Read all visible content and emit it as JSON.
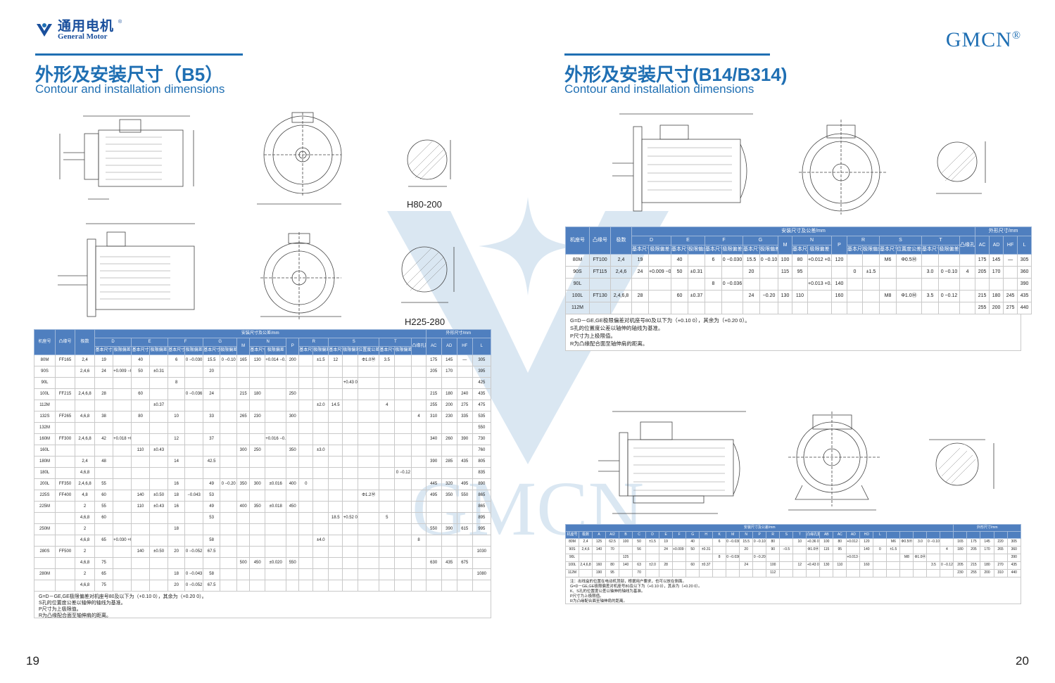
{
  "left_page": {
    "logo": {
      "cn": "通用电机",
      "en": "General Motor",
      "reg": "®"
    },
    "title_cn": "外形及安装尺寸（B5）",
    "title_en": "Contour and installation dimensions",
    "caption_1": "H80-200",
    "caption_2": "H225-280",
    "page_number": "19",
    "table": {
      "group_header": "安装尺寸及公差/mm",
      "overall_header": "外形尺寸/mm",
      "col_frame": "机座号",
      "col_flange": "凸缘号",
      "col_poles": "极数",
      "groups": [
        "D",
        "E",
        "F",
        "G",
        "N",
        "R",
        "S",
        "T"
      ],
      "sub_basic": "基本尺寸",
      "sub_tol": "极限偏差",
      "sub_pos": "位置度公差",
      "col_M": "M",
      "col_P": "P",
      "col_holes": "凸缘孔数",
      "overall_cols": [
        "AC",
        "AD",
        "HF",
        "L"
      ],
      "rows": [
        [
          "80M",
          "FF165",
          "2,4",
          "19",
          "",
          "40",
          "",
          "6",
          "0 −0.030",
          "15.5",
          "0 −0.10",
          "165",
          "130",
          "+0.014 −0.011",
          "200",
          "",
          "±1.5",
          "12",
          "",
          "Φ1.0Ⓜ",
          "3.5",
          "",
          "",
          "175",
          "145",
          "—",
          "305"
        ],
        [
          "90S",
          "",
          "2,4,6",
          "24",
          "+0.009 −0.004",
          "50",
          "±0.31",
          "",
          "",
          "20",
          "",
          "",
          "",
          "",
          "",
          "",
          "",
          "",
          "",
          "",
          "",
          "",
          "",
          "205",
          "170",
          "",
          "395"
        ],
        [
          "90L",
          "",
          "",
          "",
          "",
          "",
          "",
          "8",
          "",
          "",
          "",
          "",
          "",
          "",
          "",
          "",
          "",
          "",
          "+0.43 0",
          "",
          "",
          "",
          "",
          "",
          "",
          "",
          "425"
        ],
        [
          "100L",
          "FF215",
          "2,4,6,8",
          "28",
          "",
          "60",
          "",
          "",
          "0 −0.036",
          "24",
          "",
          "215",
          "180",
          "",
          "250",
          "",
          "",
          "",
          "",
          "",
          "",
          "",
          "",
          "215",
          "180",
          "240",
          "435"
        ],
        [
          "112M",
          "",
          "",
          "",
          "",
          "",
          "±0.37",
          "",
          "",
          "",
          "",
          "",
          "",
          "",
          "",
          "",
          "±2.0",
          "14.5",
          "",
          "",
          "4",
          "",
          "",
          "255",
          "200",
          "275",
          "475"
        ],
        [
          "132S",
          "FF265",
          "4,6,8",
          "38",
          "",
          "80",
          "",
          "10",
          "",
          "33",
          "",
          "265",
          "230",
          "",
          "300",
          "",
          "",
          "",
          "",
          "",
          "",
          "",
          "4",
          "310",
          "230",
          "335",
          "535"
        ],
        [
          "132M",
          "",
          "",
          "",
          "",
          "",
          "",
          "",
          "",
          "",
          "",
          "",
          "",
          "",
          "",
          "",
          "",
          "",
          "",
          "",
          "",
          "",
          "",
          "",
          "",
          "",
          "550"
        ],
        [
          "160M",
          "FF300",
          "2,4,6,8",
          "42",
          "+0.018 +0.002",
          "",
          "",
          "12",
          "",
          "37",
          "",
          "",
          "",
          "+0.016 −0.013",
          "",
          "",
          "",
          "",
          "",
          "",
          "",
          "",
          "",
          "340",
          "260",
          "390",
          "730"
        ],
        [
          "160L",
          "",
          "",
          "",
          "",
          "110",
          "±0.43",
          "",
          "",
          "",
          "",
          "300",
          "250",
          "",
          "350",
          "",
          "±3.0",
          "",
          "",
          "",
          "",
          "",
          "",
          "",
          "",
          "",
          "760"
        ],
        [
          "180M",
          "",
          "2,4",
          "48",
          "",
          "",
          "",
          "14",
          "",
          "42.5",
          "",
          "",
          "",
          "",
          "",
          "",
          "",
          "",
          "",
          "",
          "",
          "",
          "",
          "390",
          "285",
          "435",
          "805"
        ],
        [
          "180L",
          "",
          "4,6,8",
          "",
          "",
          "",
          "",
          "",
          "",
          "",
          "",
          "",
          "",
          "",
          "",
          "",
          "",
          "",
          "",
          "",
          "",
          "0 −0.12",
          "",
          "",
          "",
          "",
          "835"
        ],
        [
          "200L",
          "FF350",
          "2,4,6,8",
          "55",
          "",
          "",
          "",
          "16",
          "",
          "49",
          "0 −0.20",
          "350",
          "300",
          "±0.016",
          "400",
          "0",
          "",
          "",
          "",
          "",
          "",
          "",
          "",
          "445",
          "320",
          "495",
          "890"
        ],
        [
          "225S",
          "FF400",
          "4,8",
          "60",
          "",
          "140",
          "±0.50",
          "18",
          "−0.043",
          "53",
          "",
          "",
          "",
          "",
          "",
          "",
          "",
          "",
          "",
          "Φ1.2Ⓜ",
          "",
          "",
          "",
          "495",
          "350",
          "550",
          "865"
        ],
        [
          "225M",
          "",
          "2",
          "55",
          "",
          "110",
          "±0.43",
          "16",
          "",
          "49",
          "",
          "400",
          "350",
          "±0.018",
          "450",
          "",
          "",
          "",
          "",
          "",
          "",
          "",
          "",
          "",
          "",
          "",
          "865"
        ],
        [
          "",
          "",
          "4,6,8",
          "60",
          "",
          "",
          "",
          "",
          "",
          "53",
          "",
          "",
          "",
          "",
          "",
          "",
          "",
          "18.5",
          "+0.52 0",
          "",
          "5",
          "",
          "",
          "",
          "",
          "",
          "895"
        ],
        [
          "250M",
          "",
          "2",
          "",
          "",
          "",
          "",
          "18",
          "",
          "",
          "",
          "",
          "",
          "",
          "",
          "",
          "",
          "",
          "",
          "",
          "",
          "",
          "",
          "550",
          "390",
          "615",
          "995"
        ],
        [
          "",
          "",
          "4,6,8",
          "65",
          "+0.030 +0.011",
          "",
          "",
          "",
          "",
          "58",
          "",
          "",
          "",
          "",
          "",
          "",
          "±4.0",
          "",
          "",
          "",
          "",
          "",
          "8",
          "",
          "",
          "",
          ""
        ],
        [
          "280S",
          "FF500",
          "2",
          "",
          "",
          "140",
          "±0.50",
          "20",
          "0 −0.052",
          "67.5",
          "",
          "",
          "",
          "",
          "",
          "",
          "",
          "",
          "",
          "",
          "",
          "",
          "",
          "",
          "",
          "",
          "1030"
        ],
        [
          "",
          "",
          "4,6,8",
          "75",
          "",
          "",
          "",
          "",
          "",
          "",
          "",
          "500",
          "450",
          "±0.020",
          "550",
          "",
          "",
          "",
          "",
          "",
          "",
          "",
          "",
          "630",
          "435",
          "675",
          ""
        ],
        [
          "280M",
          "",
          "2",
          "65",
          "",
          "",
          "",
          "18",
          "0 −0.043",
          "58",
          "",
          "",
          "",
          "",
          "",
          "",
          "",
          "",
          "",
          "",
          "",
          "",
          "",
          "",
          "",
          "",
          "1080"
        ],
        [
          "",
          "",
          "4,6,8",
          "75",
          "",
          "",
          "",
          "20",
          "0 −0.052",
          "67.5",
          "",
          "",
          "",
          "",
          "",
          "",
          "",
          "",
          "",
          "",
          "",
          "",
          "",
          "",
          "",
          "",
          ""
        ]
      ],
      "notes": [
        "G=D－GE,GE极限偏差对机座号80及以下为（+0.10 0），其余为（+0.20 0）。",
        "S孔的位置度公差以轴伸的轴线为基准。",
        "P尺寸为上极限值。",
        "R为凸缘配合面至轴伸肩的距离。"
      ]
    }
  },
  "right_page": {
    "brand": "GMCN",
    "brand_reg": "®",
    "title_cn": "外形及安装尺寸(B14/B314)",
    "title_en": "Contour and installation dimensions",
    "page_number": "20",
    "table_top": {
      "group_header": "安装尺寸及公差/mm",
      "overall_header": "外形尺寸/mm",
      "col_frame": "机座号",
      "col_flange": "凸缘号",
      "col_poles": "极数",
      "groups": [
        "D",
        "E",
        "F",
        "G",
        "N",
        "R",
        "S",
        "T"
      ],
      "sub_basic": "基本尺寸",
      "sub_tol": "极限偏差",
      "sub_pos": "位置度公差",
      "col_M": "M",
      "col_P": "P",
      "col_holes": "凸缘孔数",
      "overall_cols": [
        "AC",
        "AD",
        "HF",
        "L"
      ],
      "rows": [
        [
          "80M",
          "FT100",
          "2,4",
          "19",
          "",
          "40",
          "",
          "6",
          "0 −0.030",
          "15.5",
          "0 −0.10",
          "100",
          "80",
          "+0.012 +0.007",
          "120",
          "",
          "",
          "M6",
          "Φ0.5Ⓜ",
          "",
          "",
          "",
          "175",
          "145",
          "—",
          "305"
        ],
        [
          "90S",
          "FT115",
          "2,4,6",
          "24",
          "+0.009 −0.004",
          "50",
          "±0.31",
          "",
          "",
          "20",
          "",
          "115",
          "95",
          "",
          "",
          "0",
          "±1.5",
          "",
          "",
          "3.0",
          "0 −0.10",
          "4",
          "205",
          "170",
          "",
          "360"
        ],
        [
          "90L",
          "",
          "",
          "",
          "",
          "",
          "",
          "8",
          "0 −0.036",
          "",
          "",
          "",
          "",
          "+0.013 +0.009",
          "140",
          "",
          "",
          "",
          "",
          "",
          "",
          "",
          "",
          "",
          "",
          "390"
        ],
        [
          "100L",
          "FT130",
          "2,4,6,8",
          "28",
          "",
          "60",
          "±0.37",
          "",
          "",
          "24",
          "−0.20",
          "130",
          "110",
          "",
          "160",
          "",
          "",
          "M8",
          "Φ1.0Ⓜ",
          "3.5",
          "0 −0.12",
          "",
          "215",
          "180",
          "245",
          "435"
        ],
        [
          "112M",
          "",
          "",
          "",
          "",
          "",
          "",
          "",
          "",
          "",
          "",
          "",
          "",
          "",
          "",
          "",
          "",
          "",
          "",
          "",
          "",
          "",
          "255",
          "200",
          "275",
          "440"
        ]
      ],
      "notes": [
        "G=D－GE,GE极限偏差对机座号80及以下为（+0.10 0），其余为（+0.20 0）。",
        "S孔的位置度公差以轴伸的轴线为基准。",
        "P尺寸为上极限值。",
        "R为凸缘配合面至轴伸肩的距离。"
      ]
    },
    "table_bottom": {
      "group_header": "安装尺寸及公差/mm",
      "overall_header": "外形尺寸/mm",
      "cols": [
        "机座号",
        "极数",
        "A",
        "A/2",
        "B",
        "C",
        "D",
        "E",
        "F",
        "G",
        "H",
        "K",
        "M",
        "N",
        "P",
        "R",
        "S",
        "T",
        "凸缘孔数",
        "AB",
        "AC",
        "AD",
        "HD",
        "L"
      ],
      "rows": [
        [
          "80M",
          "2,4",
          "125",
          "62.5",
          "100",
          "50",
          "±1.5",
          "19",
          "",
          "40",
          "",
          "6",
          "0 −0.030",
          "15.5",
          "0 −0.10",
          "80",
          "",
          "10",
          "+0.36 0",
          "100",
          "80",
          "+0.012 −0.007",
          "120",
          "",
          "M6",
          "Φ0.5Ⓜ",
          "3.0",
          "0 −0.10",
          "",
          "165",
          "175",
          "145",
          "220",
          "305"
        ],
        [
          "90S",
          "2,4,6",
          "140",
          "70",
          "",
          "56",
          "",
          "24",
          "+0.009 −0.004",
          "50",
          "±0.31",
          "",
          "",
          "20",
          "",
          "90",
          "−0.5",
          "",
          "Φ1.0Ⓜ",
          "115",
          "95",
          "",
          "140",
          "0",
          "±1.5",
          "",
          "",
          "",
          "4",
          "180",
          "205",
          "170",
          "265",
          "360"
        ],
        [
          "90L",
          "",
          "",
          "",
          "125",
          "",
          "",
          "",
          "",
          "",
          "",
          "8",
          "0 −0.036",
          "",
          "0 −0.20",
          "",
          "",
          "",
          "",
          "",
          "",
          "+0.013 −0.009",
          "",
          "",
          "",
          "M8",
          "Φ1.0Ⓜ",
          "",
          "",
          "",
          "",
          "",
          "",
          "390"
        ],
        [
          "100L",
          "2,4,6,8",
          "160",
          "80",
          "140",
          "63",
          "±2.0",
          "28",
          "",
          "60",
          "±0.37",
          "",
          "",
          "24",
          "",
          "100",
          "",
          "12",
          "+0.43 0",
          "130",
          "110",
          "",
          "160",
          "",
          "",
          "",
          "",
          "3.5",
          "0 −0.12",
          "205",
          "215",
          "180",
          "270",
          "435"
        ],
        [
          "112M",
          "",
          "190",
          "95",
          "",
          "70",
          "",
          "",
          "",
          "",
          "",
          "",
          "",
          "",
          "",
          "112",
          "",
          "",
          "",
          "",
          "",
          "",
          "",
          "",
          "",
          "",
          "",
          "",
          "",
          "230",
          "255",
          "200",
          "310",
          "440"
        ]
      ],
      "notes": [
        "注：出线盒的位置在电动机顶部，根据用户要求，也可以放在侧面。",
        "G=D－GE,GE极限偏差对机座号80及以下为（+0.10 0），其余为（+0.20 0）。",
        "K、S孔的位置度公差以轴伸的轴线为基准。",
        "P尺寸为上极限值。",
        "R为凸缘配合面至轴伸肩的距离。"
      ]
    }
  },
  "watermark": "GMCN"
}
